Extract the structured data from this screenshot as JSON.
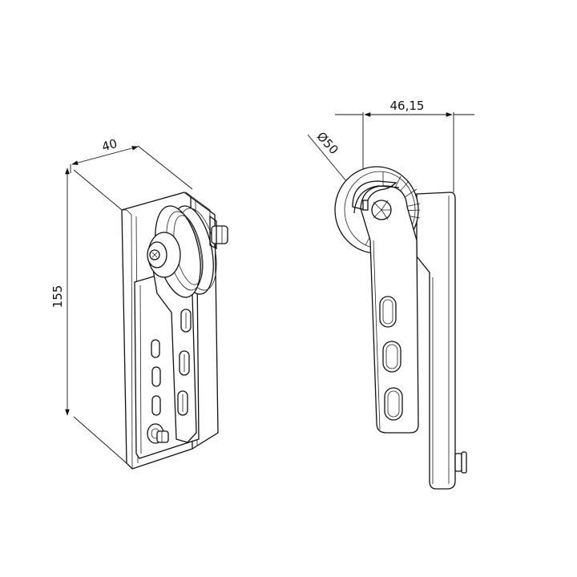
{
  "dimensions": {
    "width": "40",
    "height": "155",
    "offset": "46,15",
    "diameter": "Ø50"
  },
  "colors": {
    "line": "#111111",
    "background": "#ffffff"
  }
}
